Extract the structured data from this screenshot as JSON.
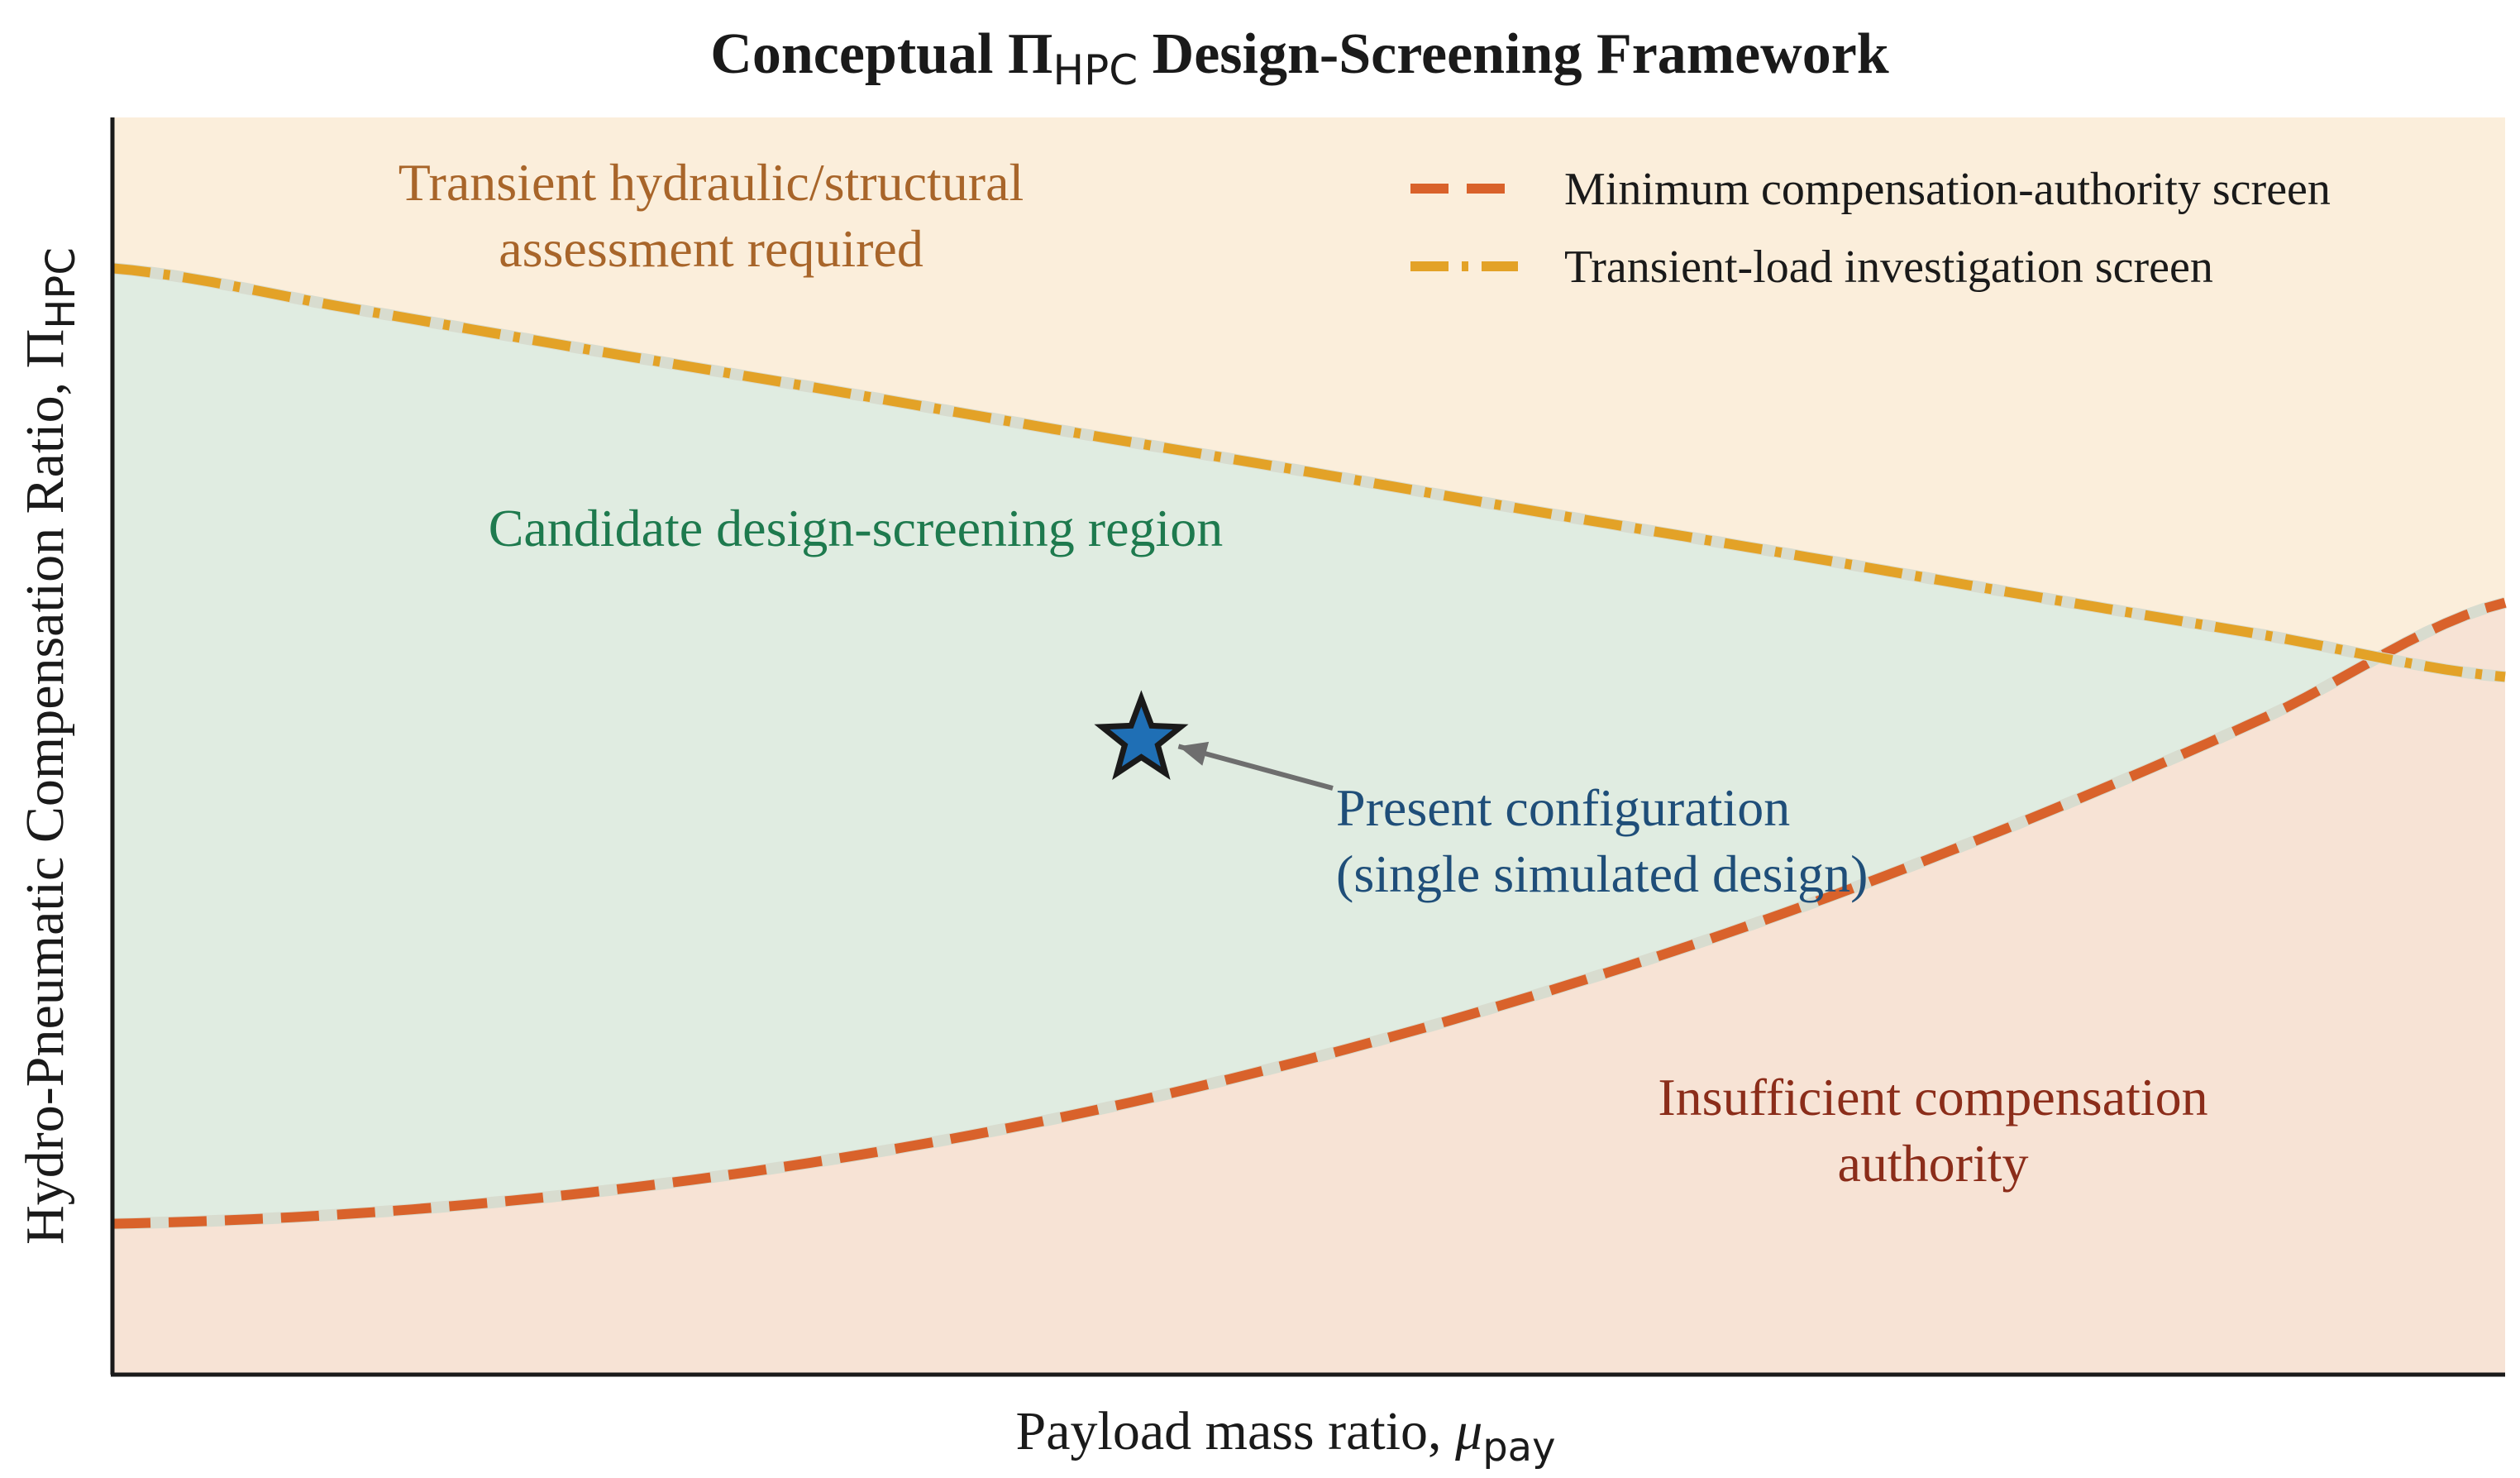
{
  "chart_data": {
    "type": "line",
    "title": "Conceptual Π",
    "title_subscript": "HPC",
    "title_suffix": " Design-Screening Framework",
    "xlabel": "Payload mass ratio, ",
    "xlabel_symbol": "μ",
    "xlabel_subscript": "pay",
    "ylabel": "Hydro-Pneumatic Compensation Ratio, Π",
    "ylabel_subscript": "HPC",
    "xlim": [
      0,
      1
    ],
    "ylim": [
      0,
      1
    ],
    "grid": false,
    "ticks": false,
    "legend_position": "top-right",
    "series": [
      {
        "name": "Minimum compensation-authority screen",
        "style": "dashed",
        "color": "#d9622b",
        "x": [
          0.0,
          0.1,
          0.2,
          0.3,
          0.4,
          0.5,
          0.6,
          0.7,
          0.8,
          0.9,
          1.0
        ],
        "y": [
          0.12,
          0.128,
          0.145,
          0.171,
          0.206,
          0.251,
          0.305,
          0.368,
          0.441,
          0.523,
          0.614
        ]
      },
      {
        "name": "Transient-load investigation screen",
        "style": "dashdot",
        "color": "#e3a227",
        "x": [
          0.0,
          0.1,
          0.2,
          0.3,
          0.4,
          0.5,
          0.6,
          0.7,
          0.8,
          0.9,
          1.0
        ],
        "y": [
          0.88,
          0.848,
          0.815,
          0.783,
          0.75,
          0.718,
          0.685,
          0.653,
          0.62,
          0.588,
          0.555
        ]
      }
    ],
    "regions": [
      {
        "name": "transient-region",
        "lines": [
          "Transient hydraulic/structural",
          "assessment required"
        ],
        "color": "#fbeedb",
        "text_color": "#a8652a"
      },
      {
        "name": "candidate-region",
        "lines": [
          "Candidate design-screening region"
        ],
        "color": "#e0ece1",
        "text_color": "#1e7a4e"
      },
      {
        "name": "insufficient-region",
        "lines": [
          "Insufficient compensation",
          "authority"
        ],
        "color": "#f7e3d5",
        "text_color": "#8b2d1a"
      }
    ],
    "annotation": {
      "lines": [
        "Present configuration",
        "(single simulated design)"
      ],
      "point": {
        "x": 0.43,
        "y": 0.505
      },
      "marker": "star",
      "marker_color": "#1f6fb5"
    }
  }
}
